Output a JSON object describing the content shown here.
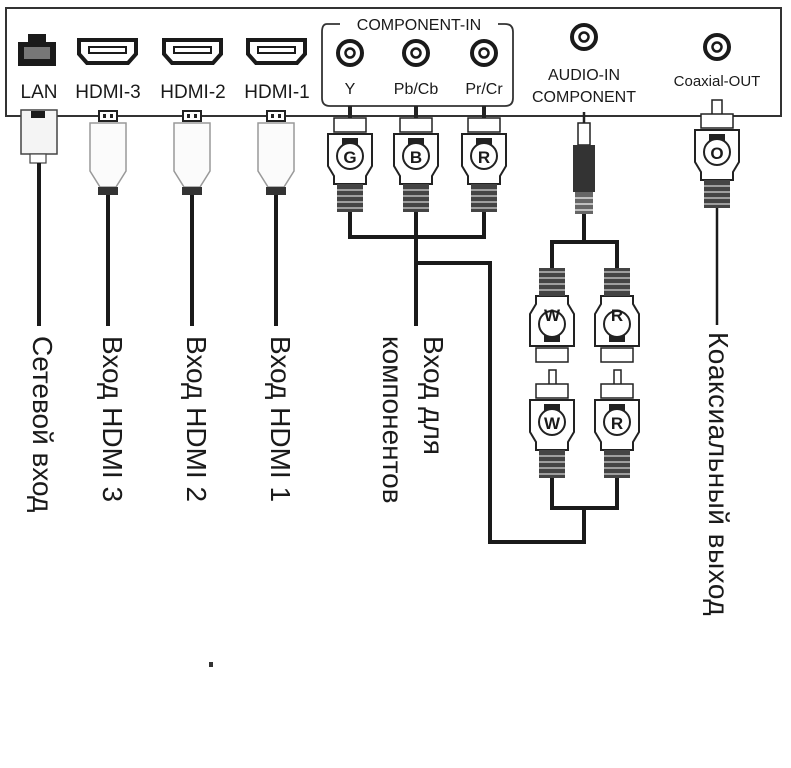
{
  "panel": {
    "ports": [
      {
        "id": "lan",
        "label": "LAN",
        "icon": "ethernet-port-icon"
      },
      {
        "id": "hdmi3",
        "label": "HDMI-3",
        "icon": "hdmi-port-icon"
      },
      {
        "id": "hdmi2",
        "label": "HDMI-2",
        "icon": "hdmi-port-icon"
      },
      {
        "id": "hdmi1",
        "label": "HDMI-1",
        "icon": "hdmi-port-icon"
      },
      {
        "id": "comp_y",
        "label": "Y",
        "icon": "rca-jack-icon"
      },
      {
        "id": "comp_pb",
        "label": "Pb/Cb",
        "icon": "rca-jack-icon"
      },
      {
        "id": "comp_pr",
        "label": "Pr/Cr",
        "icon": "rca-jack-icon"
      },
      {
        "id": "audio_in",
        "label_line1": "AUDIO-IN",
        "label_line2": "COMPONENT",
        "icon": "rca-jack-icon"
      },
      {
        "id": "coax_out",
        "label": "Coaxial-OUT",
        "icon": "rca-jack-icon"
      }
    ],
    "component_group_label": "COMPONENT-IN"
  },
  "plugs": {
    "component": [
      "G",
      "B",
      "R"
    ],
    "audio_upper": [
      "W",
      "R"
    ],
    "audio_lower": [
      "W",
      "R"
    ],
    "coax": "O"
  },
  "captions": {
    "lan": "Сетевой вход",
    "hdmi3": "Вход HDMI 3",
    "hdmi2": "Вход HDMI 2",
    "hdmi1": "Вход HDMI 1",
    "component_line1": "Вход для",
    "component_line2": "компонентов",
    "coax": "Коаксиальный выход"
  }
}
